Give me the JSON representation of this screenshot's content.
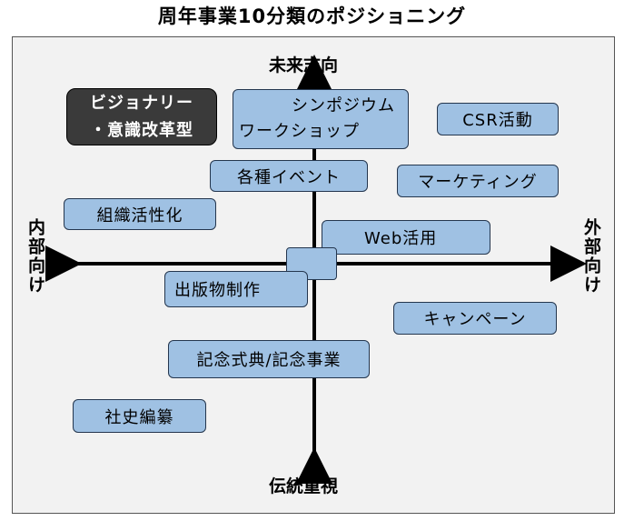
{
  "title": "周年事業10分類のポジショニング",
  "axes": {
    "top": "未来志向",
    "bottom": "伝統重視",
    "left": "内部向け",
    "right": "外部向け"
  },
  "items": {
    "visionary_line1": "ビジョナリー",
    "visionary_line2": "・意識改革型",
    "symposium_line1": "シンポジウム",
    "symposium_line2": "ワークショップ",
    "csr": "CSR活動",
    "events": "各種イベント",
    "marketing": "マーケティング",
    "organization": "組織活性化",
    "web": "Web活用",
    "publishing": "出版物制作",
    "campaign": "キャンペーン",
    "ceremony": "記念式典/記念事業",
    "company_history": "社史編纂"
  },
  "colors": {
    "box_fill": "#9fc1e3",
    "box_border": "#24364e",
    "highlight_fill": "#3a3a3a",
    "frame_fill": "#f2f2f2"
  }
}
